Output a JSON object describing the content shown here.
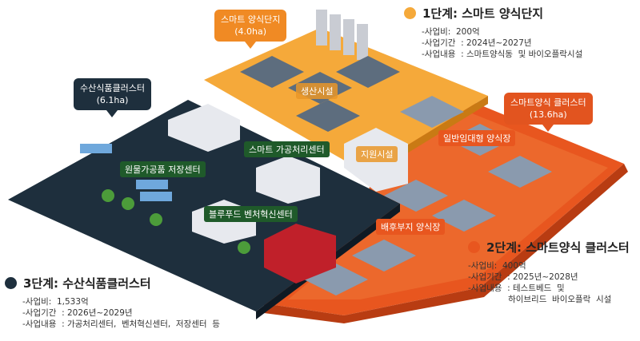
{
  "colors": {
    "phase1": "#f5a93a",
    "phase2": "#e8561f",
    "phase3": "#1e2f3d"
  },
  "callouts": {
    "smart_complex": {
      "name": "스마트 양식단지",
      "area": "(4.0ha)"
    },
    "seafood_cluster": {
      "name": "수산식품클러스터",
      "area": "(6.1ha)"
    },
    "smart_cluster": {
      "name": "스마트양식 클러스터",
      "area": "(13.6ha)"
    }
  },
  "labels": {
    "production": "생산시설",
    "processing": "스마트 가공처리센터",
    "storage": "원물가공품 저장센터",
    "support": "지원시설",
    "rental_farm": "일반임대형 양식장",
    "venture": "블루푸드 벤처혁신센터",
    "backland_farm": "배후부지 양식장"
  },
  "phases": [
    {
      "title": "1단계: 스마트 양식단지",
      "items": [
        "-사업비:  200억",
        "-사업기간  : 2024년~2027년",
        "-사업내용  : 스마트양식동  및 바이오플락시설"
      ]
    },
    {
      "title": "2단계:  스마트양식  클러스터",
      "items": [
        "-사업비:  400억",
        "-사업기간  : 2025년~2028년",
        "-사업내용  : 테스트베드  및",
        "               하이브리드  바이오플락  시설"
      ]
    },
    {
      "title": "3단계: 수산식품클러스터",
      "items": [
        "-사업비:  1,533억",
        "-사업기간  : 2026년~2029년",
        "-사업내용  : 가공처리센터,  벤처혁신센터,  저장센터  등"
      ]
    }
  ]
}
